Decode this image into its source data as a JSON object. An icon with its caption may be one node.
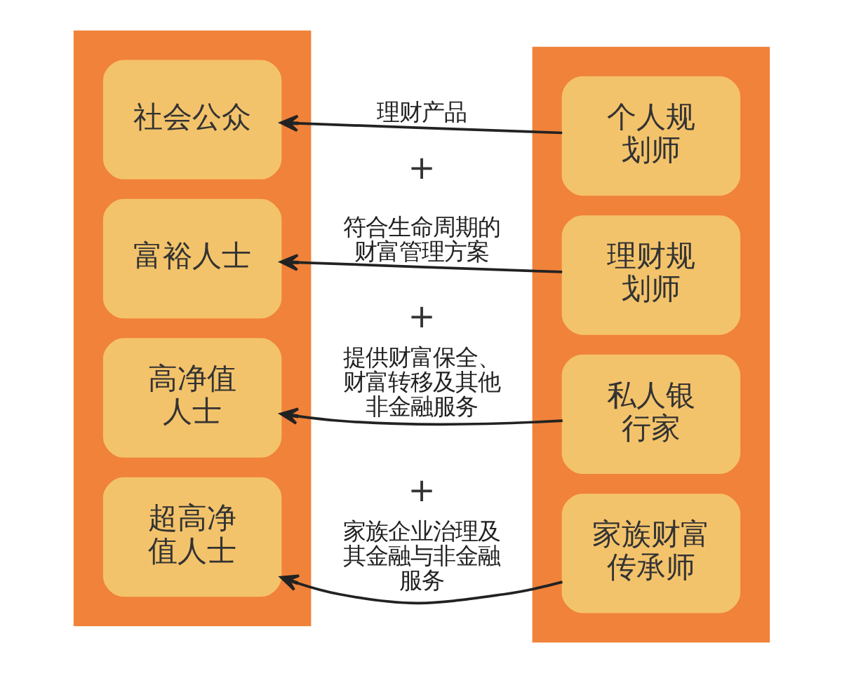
{
  "diagram": {
    "nodes": [
      {
        "text": [],
        "shape": "triangle"
      },
      {
        "text": [
          "社会公众"
        ],
        "in": 0
      },
      {
        "text": [
          "富裕人士"
        ],
        "in": 0
      },
      {
        "text": [
          "高净值人士"
        ],
        "in": 0
      },
      {
        "text": [
          "超高净值人士"
        ],
        "in": 0
      },
      {
        "text": [],
        "shape": "triangle"
      },
      {
        "text": [
          "个人规划师"
        ],
        "in": 5
      },
      {
        "text": [
          "理财规划师"
        ],
        "in": 5
      },
      {
        "text": [
          "私人银行家"
        ],
        "in": 5
      },
      {
        "text": [
          "家族财富传承师"
        ],
        "in": 5
      }
    ],
    "edges": [
      {
        "from": 6,
        "to": 1,
        "arrow": "to",
        "label": "理财产品"
      },
      {
        "from": 7,
        "to": 2,
        "arrow": "to",
        "label": "符合生命周期的财富管理方案"
      },
      {
        "from": 8,
        "to": 3,
        "arrow": "to",
        "label": "提供财富保全、财富转移及其他非金融服务"
      },
      {
        "from": 9,
        "to": 4,
        "arrow": "to",
        "label": "家族企业治理及其金融与非金融服务"
      }
    ],
    "labels": [
      "+",
      "+",
      "+"
    ]
  }
}
